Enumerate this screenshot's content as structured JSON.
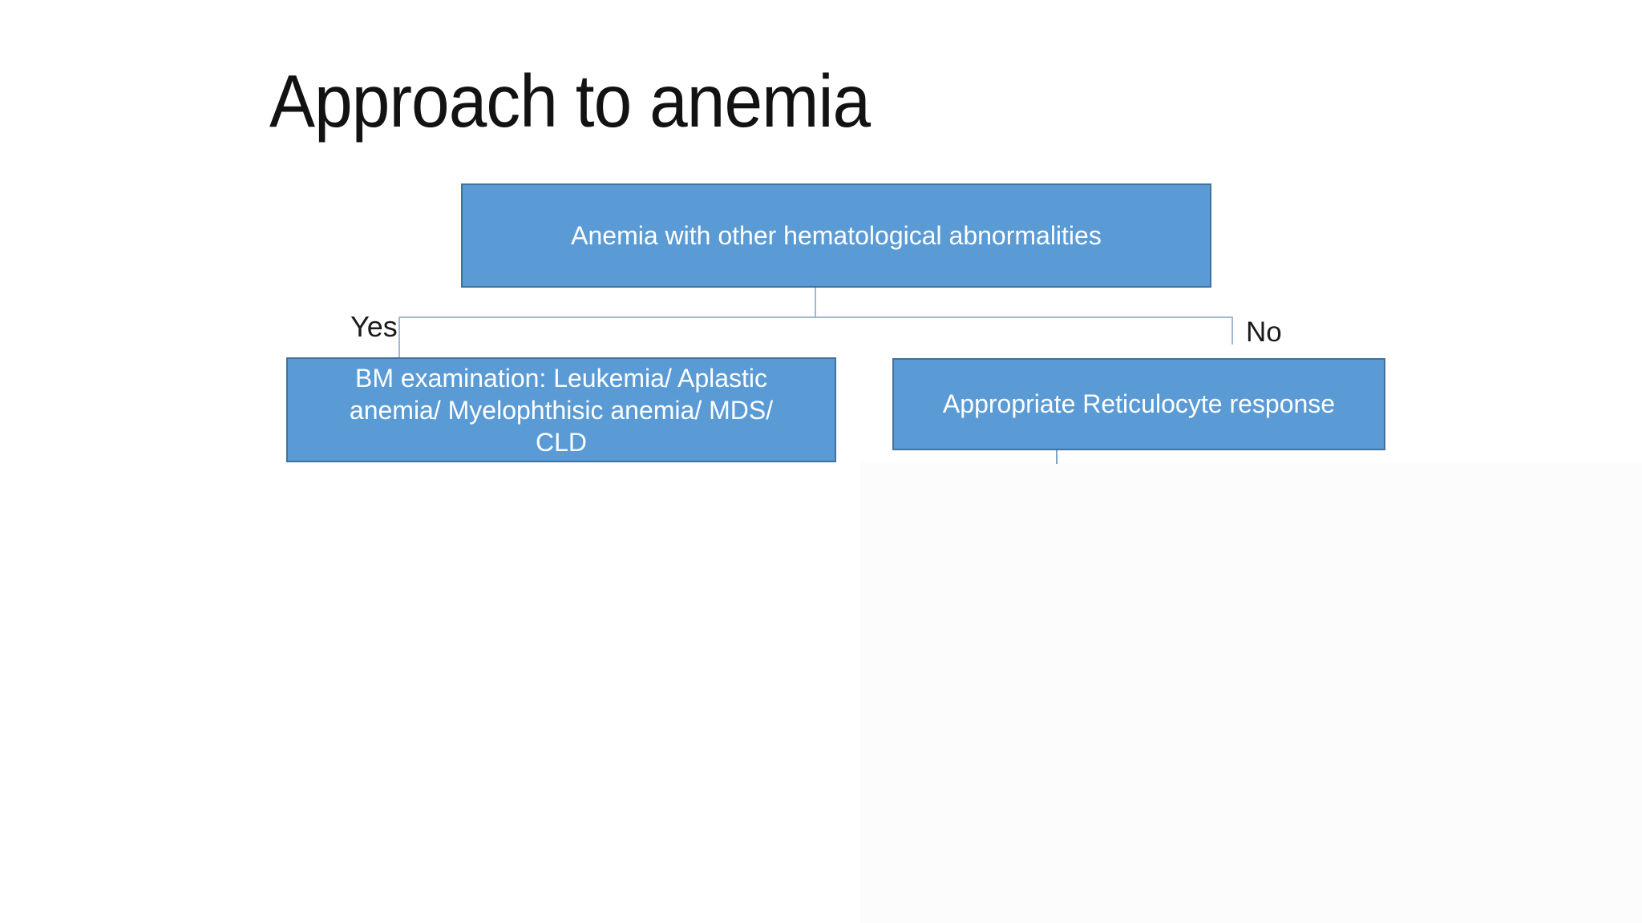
{
  "slide": {
    "title": "Approach to anemia"
  },
  "flowchart": {
    "root_node": "Anemia with other hematological abnormalities",
    "yes_label": "Yes",
    "no_label": "No",
    "yes_node": "BM examination: Leukemia/ Aplastic anemia/ Myelophthisic anemia/ MDS/ CLD",
    "no_node": "Appropriate Reticulocyte response"
  },
  "colors": {
    "background": "#ffffff",
    "node_fill": "#5b9bd5",
    "node_border": "#41719c",
    "node_text": "#ffffff",
    "connector_line": "#a0b8d8",
    "title_text": "#121212"
  }
}
